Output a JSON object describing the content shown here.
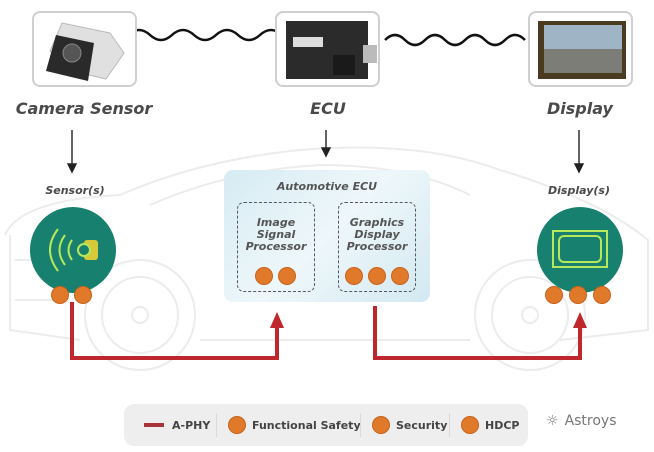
{
  "top_row": {
    "camera": {
      "label": "Camera Sensor",
      "image": "rear-view-camera-photo"
    },
    "ecu": {
      "label": "ECU",
      "image": "ecu-module-photo"
    },
    "display": {
      "label": "Display",
      "image": "car-display-screen-photo"
    }
  },
  "blocks": {
    "sensor": {
      "label": "Sensor(s)",
      "icon": "camera-signal-icon",
      "badges": [
        "functional-safety-icon",
        "security-icon"
      ]
    },
    "ecu": {
      "label": "Automotive ECU",
      "processors": [
        {
          "label_lines": [
            "Image",
            "Signal",
            "Processor"
          ],
          "badges": [
            "security-icon",
            "functional-safety-icon"
          ]
        },
        {
          "label_lines": [
            "Graphics",
            "Display",
            "Processor"
          ],
          "badges": [
            "functional-safety-icon",
            "security-icon",
            "hdcp-icon"
          ]
        }
      ]
    },
    "display": {
      "label": "Display(s)",
      "icon": "monitor-icon",
      "badges": [
        "hdcp-icon",
        "security-icon",
        "functional-safety-icon"
      ]
    }
  },
  "legend": {
    "items": [
      {
        "label": "A-PHY",
        "icon": "red-line"
      },
      {
        "label": "Functional Safety",
        "icon": "functional-safety-icon"
      },
      {
        "label": "Security",
        "icon": "security-icon"
      },
      {
        "label": "HDCP",
        "icon": "hdcp-icon"
      }
    ]
  },
  "watermark": {
    "text": "Astroys"
  },
  "colors": {
    "aphy": "#c0272d",
    "badge": "#e07a2a",
    "teal": "#17806f",
    "icon_green": "#b5e85a",
    "ecu_bg": "#dceef4",
    "text": "#4a4a4a"
  }
}
